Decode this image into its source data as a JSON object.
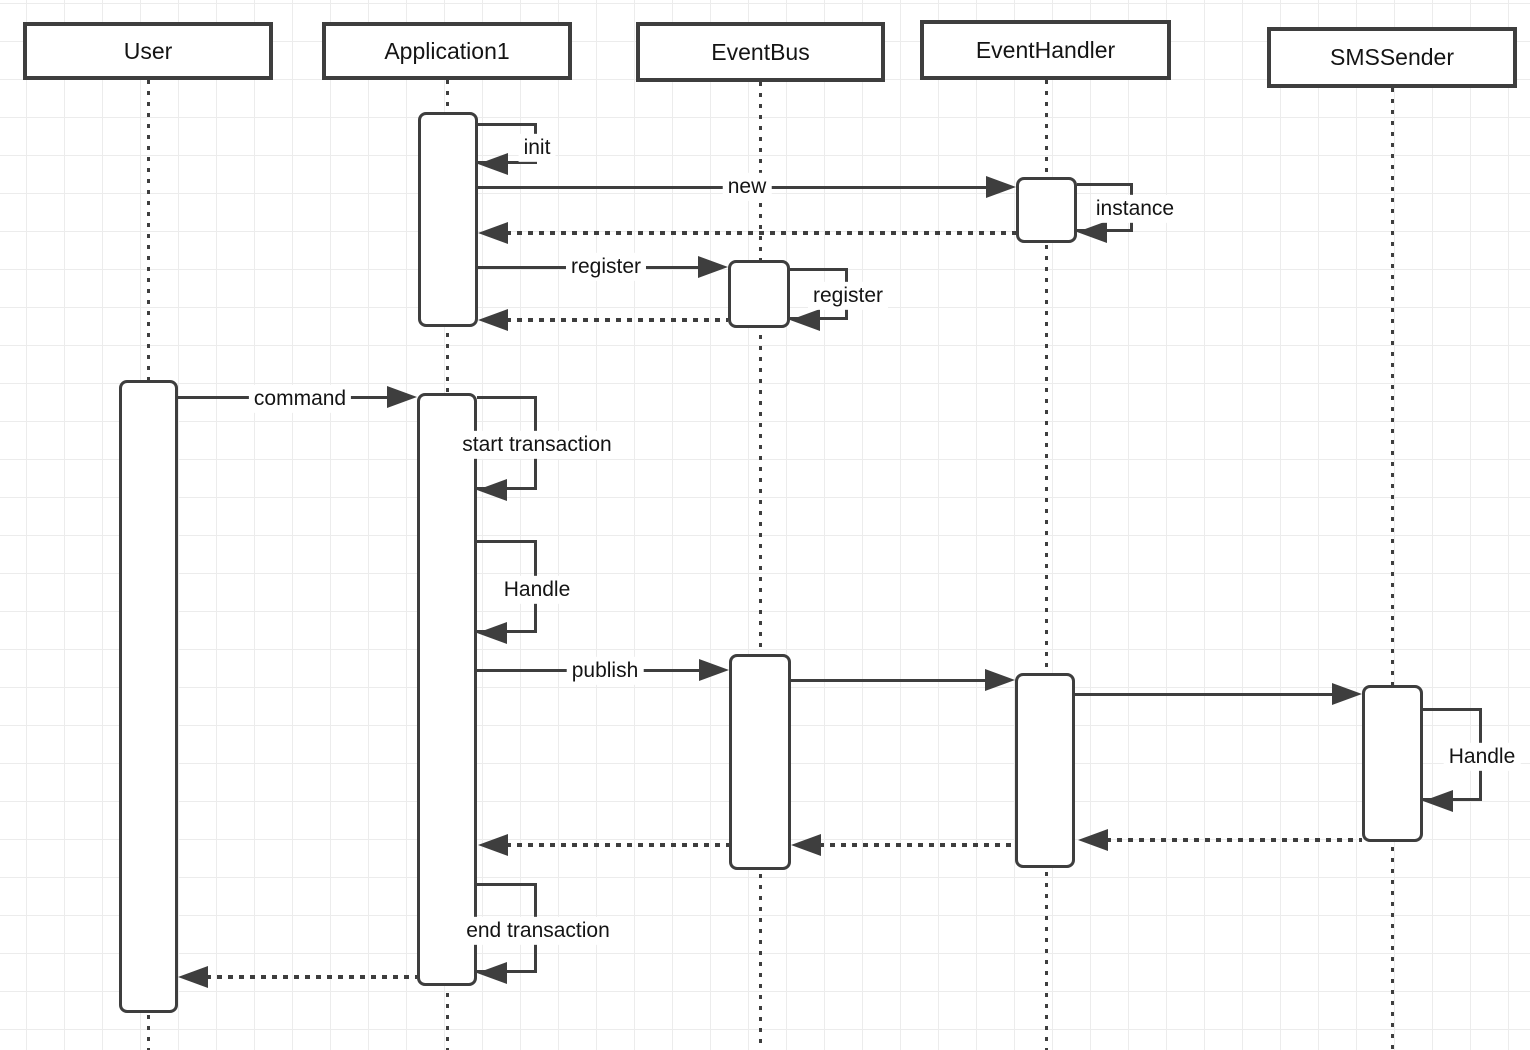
{
  "diagram": {
    "type": "uml-sequence-diagram",
    "participants": [
      {
        "name": "User"
      },
      {
        "name": "Application1"
      },
      {
        "name": "EventBus"
      },
      {
        "name": "EventHandler"
      },
      {
        "name": "SMSSender"
      }
    ],
    "messages": {
      "init": "init",
      "new_msg": "new",
      "instance": "instance",
      "register_call": "register",
      "register_self": "register",
      "command": "command",
      "start_transaction": "start transaction",
      "handle_app": "Handle",
      "publish": "publish",
      "handle_sms": "Handle",
      "end_transaction": "end transaction"
    },
    "colors": {
      "stroke": "#3e3e3e",
      "grid": "#ececec",
      "background": "#ffffff",
      "text": "#141414"
    }
  }
}
